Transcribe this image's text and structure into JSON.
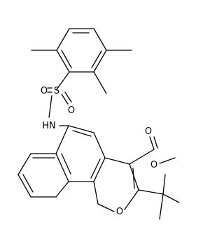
{
  "diagram": {
    "type": "chemical-structure",
    "atom_labels": {
      "o_sulfonyl_left": "O",
      "sulfur": "S",
      "o_sulfonyl_right": "O",
      "nh": "HN",
      "o_carbonyl": "O",
      "o_ester": "O",
      "o_furan": "O"
    }
  }
}
